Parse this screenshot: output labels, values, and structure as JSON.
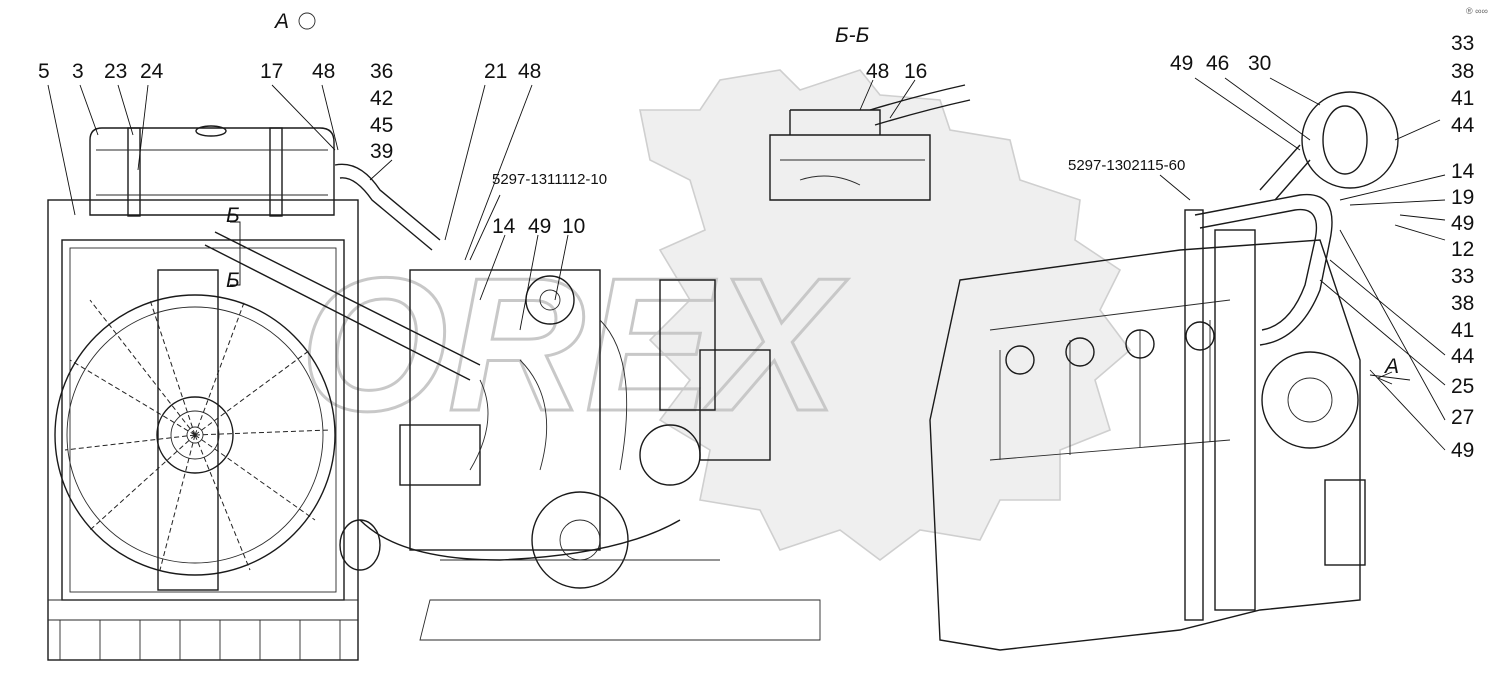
{
  "views": {
    "view_a": "А",
    "section_bb": "Б-Б",
    "cut_mark": "Б",
    "arrow_a": "А"
  },
  "part_numbers": {
    "reservoir_bracket": "5297-1311112-10",
    "cab_line": "5297-1302115-60"
  },
  "left_view_callouts": [
    "5",
    "3",
    "23",
    "24",
    "17",
    "48",
    "36",
    "42",
    "45",
    "39",
    "21",
    "48",
    "14",
    "49",
    "10"
  ],
  "section_callouts": [
    "48",
    "16"
  ],
  "right_view_callouts": {
    "top": [
      "49",
      "46",
      "30"
    ],
    "column": [
      "33",
      "38",
      "41",
      "44",
      "14",
      "19",
      "49",
      "12",
      "33",
      "38",
      "41",
      "44",
      "25",
      "27",
      "49"
    ]
  },
  "watermark": {
    "brand": "OREX",
    "corner": "® ∞∞"
  }
}
